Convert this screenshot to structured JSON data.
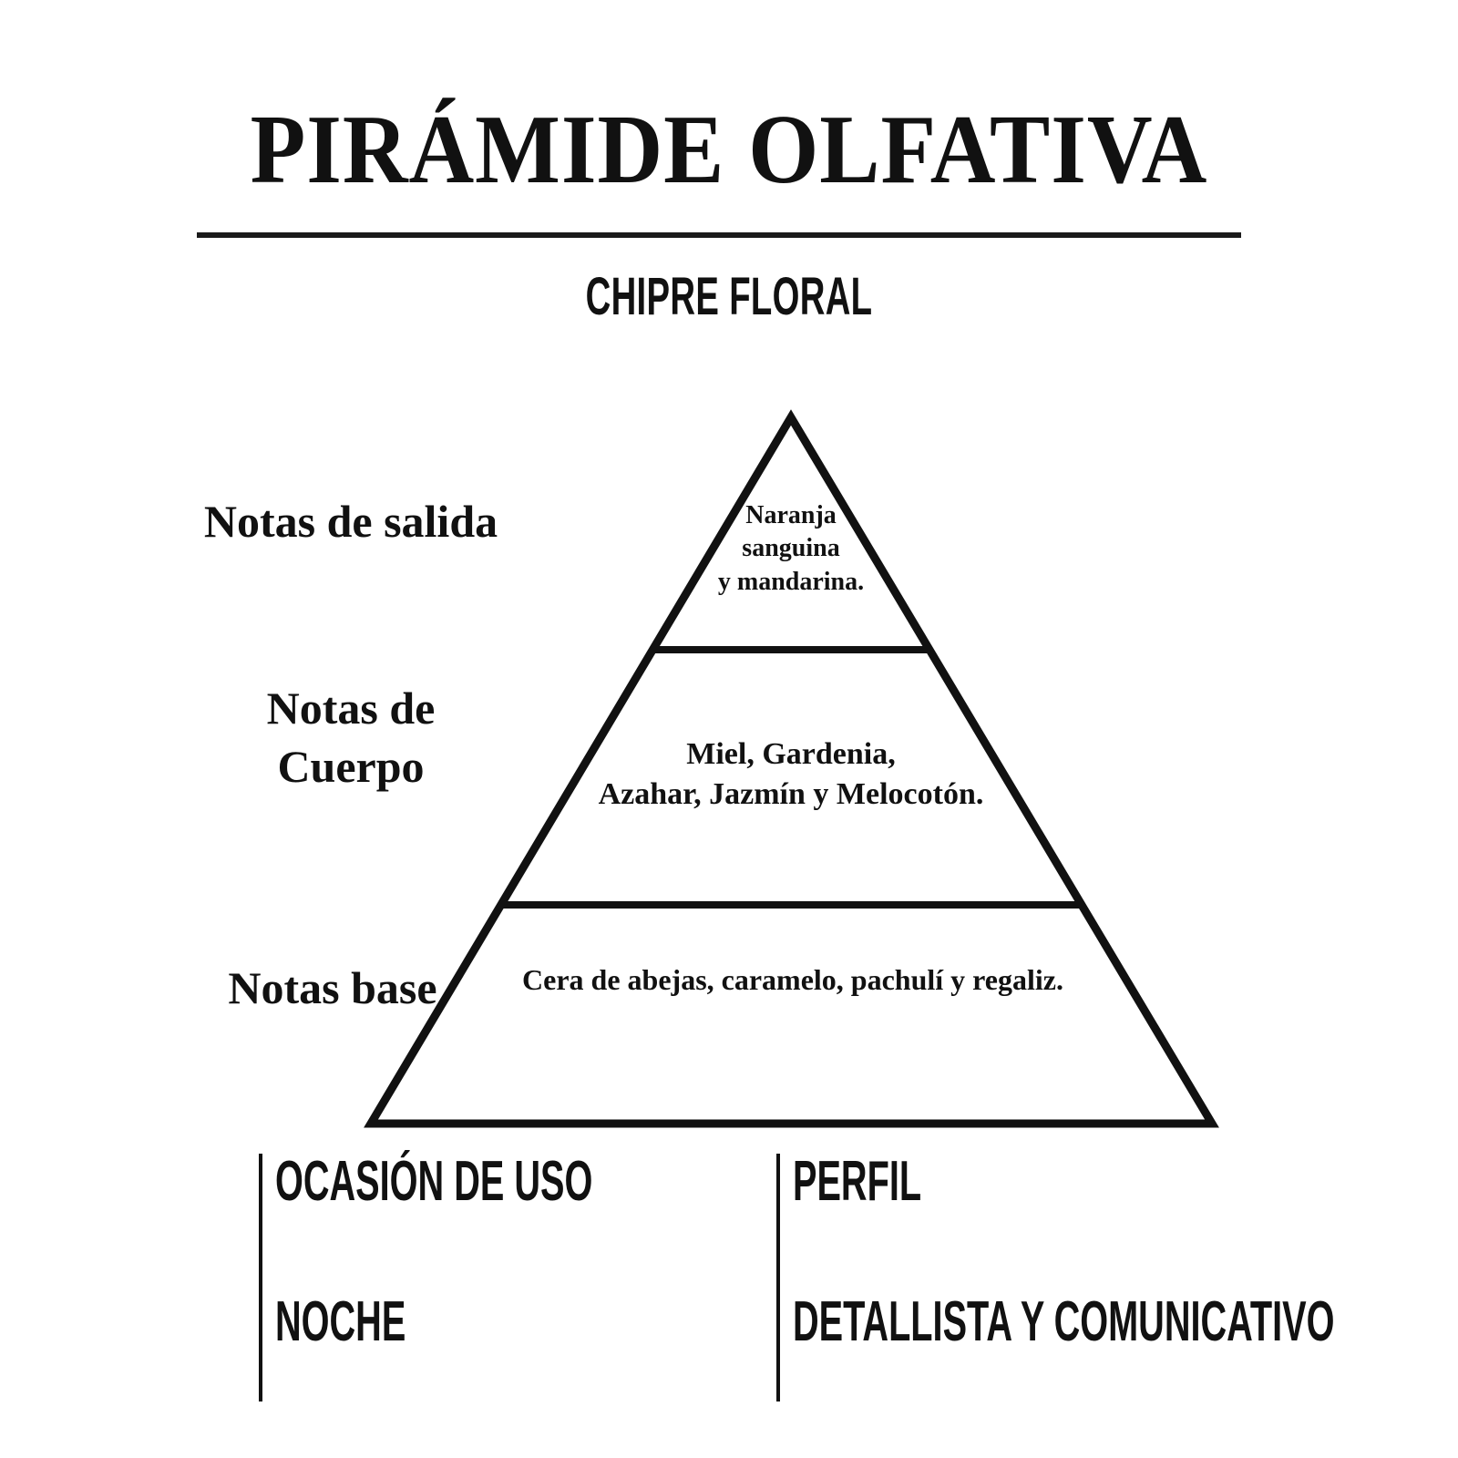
{
  "header": {
    "title": "PIRÁMIDE OLFATIVA",
    "subtitle": "CHIPRE FLORAL"
  },
  "pyramid": {
    "levels": [
      {
        "label": "Notas de salida",
        "notes": "Naranja\nsanguina\ny mandarina."
      },
      {
        "label": "Notas de\nCuerpo",
        "notes": "Miel, Gardenia,\nAzahar, Jazmín y Melocotón."
      },
      {
        "label": "Notas base",
        "notes": "Cera de abejas, caramelo, pachulí y regaliz."
      }
    ]
  },
  "info": {
    "occasion": {
      "heading": "OCASIÓN DE USO",
      "value": "NOCHE"
    },
    "profile": {
      "heading": "PERFIL",
      "value": "DETALLISTA Y COMUNICATIVO"
    }
  },
  "colors": {
    "ink": "#111111",
    "background": "#ffffff"
  }
}
